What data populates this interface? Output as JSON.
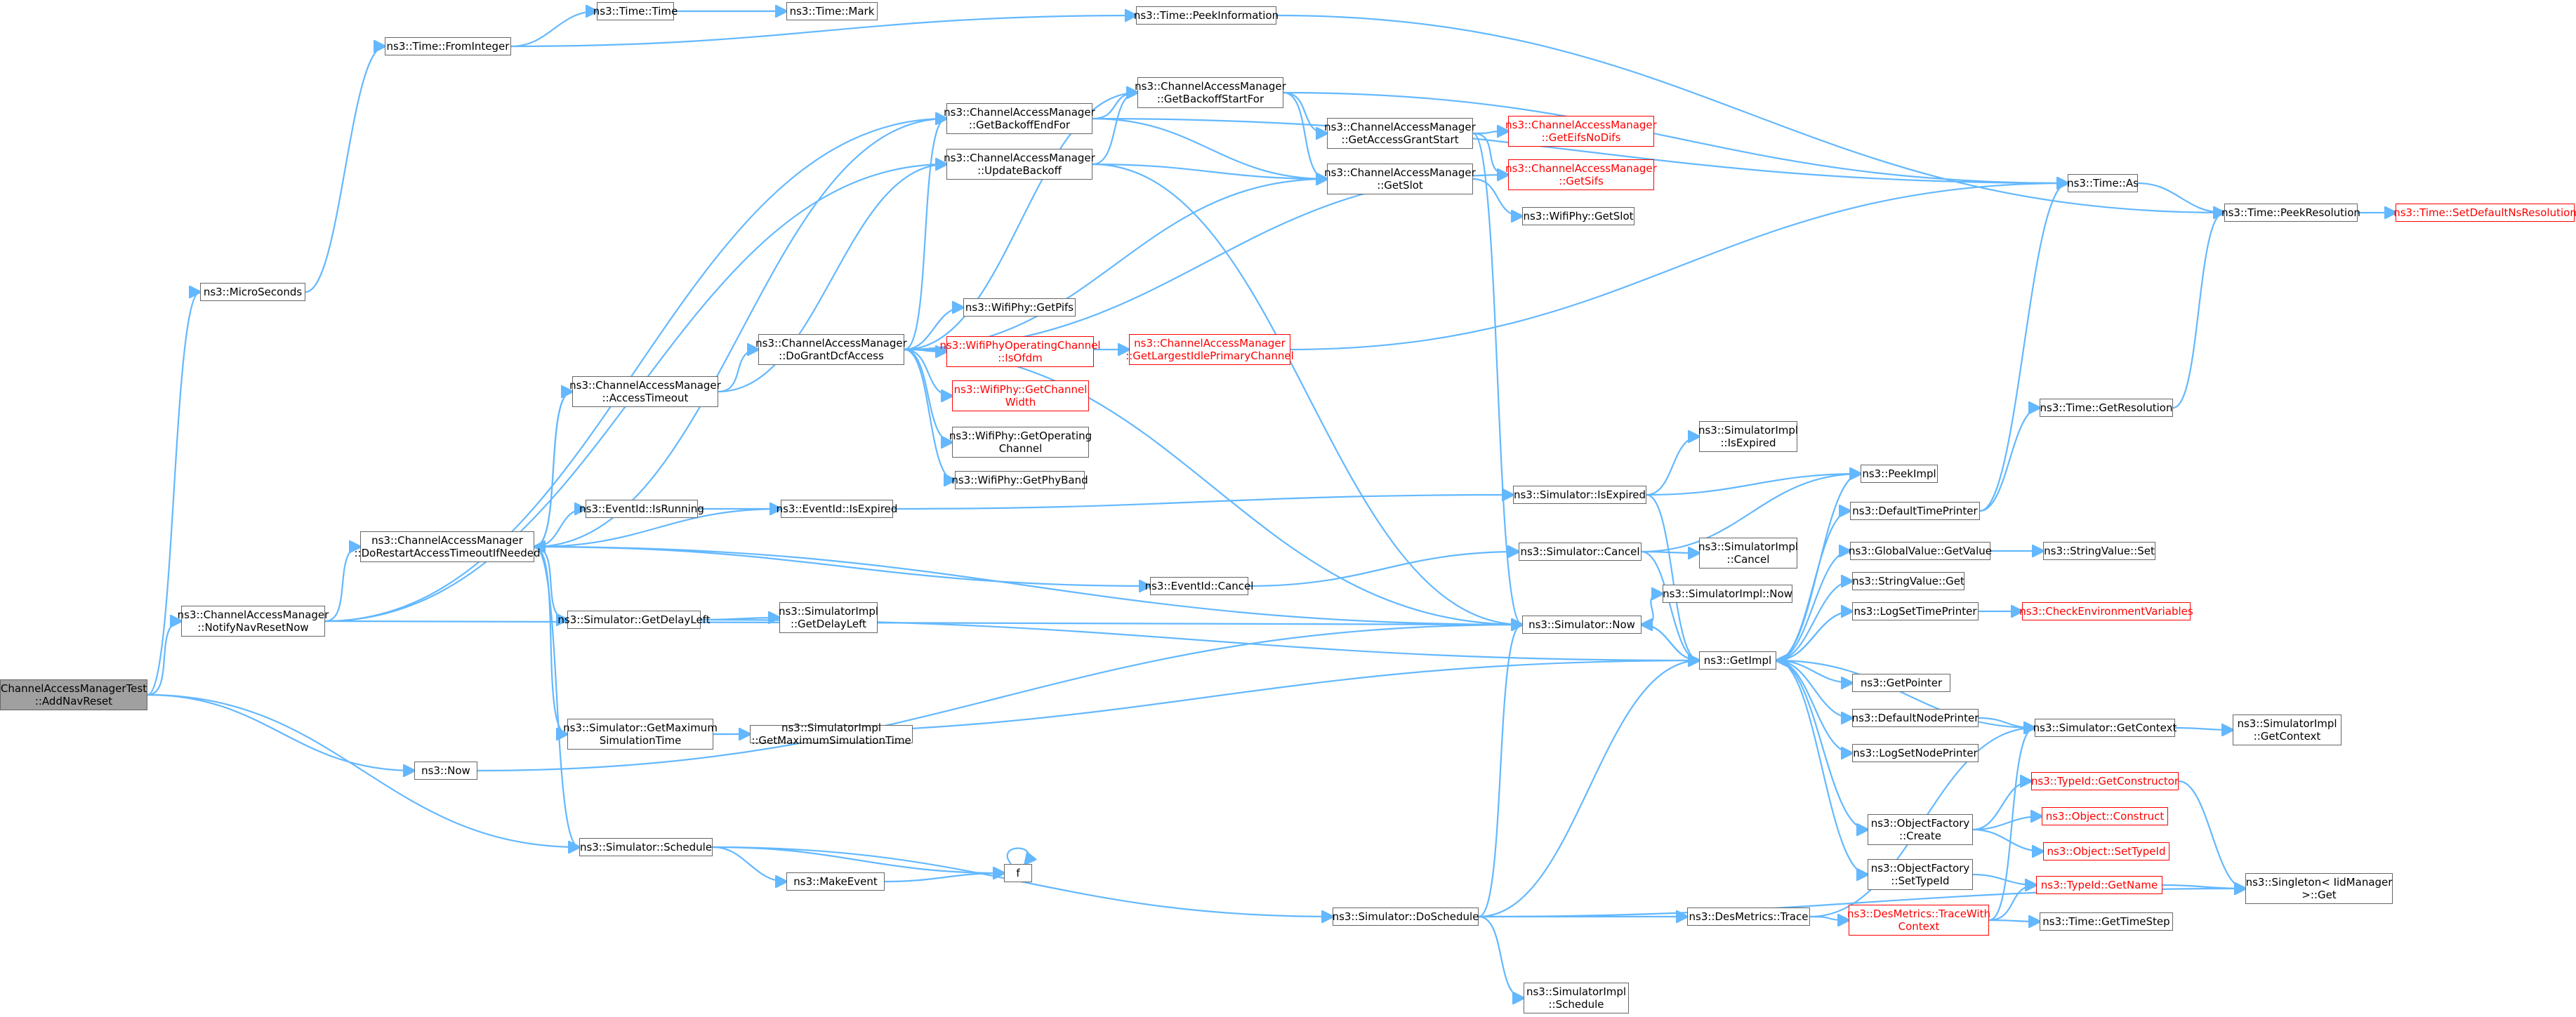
{
  "colors": {
    "edge": "#63b8ff",
    "node_border": "#666666",
    "node_red": "#ff0000",
    "root_fill": "#a0a0a0"
  },
  "nodes": [
    {
      "id": "addnav",
      "lines": [
        "ChannelAccessManagerTest",
        "::AddNavReset"
      ],
      "style": "root"
    },
    {
      "id": "microseconds",
      "lines": [
        "ns3::MicroSeconds"
      ]
    },
    {
      "id": "fromint",
      "lines": [
        "ns3::Time::FromInteger"
      ]
    },
    {
      "id": "timetime",
      "lines": [
        "ns3::Time::Time"
      ]
    },
    {
      "id": "timemark",
      "lines": [
        "ns3::Time::Mark"
      ]
    },
    {
      "id": "peekinfo",
      "lines": [
        "ns3::Time::PeekInformation"
      ]
    },
    {
      "id": "notifynav",
      "lines": [
        "ns3::ChannelAccessManager",
        "::NotifyNavResetNow"
      ]
    },
    {
      "id": "now",
      "lines": [
        "ns3::Now"
      ]
    },
    {
      "id": "schedule",
      "lines": [
        "ns3::Simulator::Schedule"
      ]
    },
    {
      "id": "backoffend",
      "lines": [
        "ns3::ChannelAccessManager",
        "::GetBackoffEndFor"
      ]
    },
    {
      "id": "updatebackoff",
      "lines": [
        "ns3::ChannelAccessManager",
        "::UpdateBackoff"
      ]
    },
    {
      "id": "dorestart",
      "lines": [
        "ns3::ChannelAccessManager",
        "::DoRestartAccessTimeoutIfNeeded"
      ]
    },
    {
      "id": "accesstimeout",
      "lines": [
        "ns3::ChannelAccessManager",
        "::AccessTimeout"
      ]
    },
    {
      "id": "dogrant",
      "lines": [
        "ns3::ChannelAccessManager",
        "::DoGrantDcfAccess"
      ]
    },
    {
      "id": "backoffstart",
      "lines": [
        "ns3::ChannelAccessManager",
        "::GetBackoffStartFor"
      ]
    },
    {
      "id": "accessgrant",
      "lines": [
        "ns3::ChannelAccessManager",
        "::GetAccessGrantStart"
      ]
    },
    {
      "id": "eifs",
      "lines": [
        "ns3::ChannelAccessManager",
        "::GetEifsNoDifs"
      ],
      "style": "red"
    },
    {
      "id": "sifs",
      "lines": [
        "ns3::ChannelAccessManager",
        "::GetSifs"
      ],
      "style": "red"
    },
    {
      "id": "getslot",
      "lines": [
        "ns3::ChannelAccessManager",
        "::GetSlot"
      ]
    },
    {
      "id": "wifigetslot",
      "lines": [
        "ns3::WifiPhy::GetSlot"
      ]
    },
    {
      "id": "pifs",
      "lines": [
        "ns3::WifiPhy::GetPifs"
      ]
    },
    {
      "id": "isofdm",
      "lines": [
        "ns3::WifiPhyOperatingChannel",
        "::IsOfdm"
      ],
      "style": "red"
    },
    {
      "id": "chwidth",
      "lines": [
        "ns3::WifiPhy::GetChannel",
        "Width"
      ],
      "style": "red"
    },
    {
      "id": "opchannel",
      "lines": [
        "ns3::WifiPhy::GetOperating",
        "Channel"
      ]
    },
    {
      "id": "phyband",
      "lines": [
        "ns3::WifiPhy::GetPhyBand"
      ]
    },
    {
      "id": "largestidle",
      "lines": [
        "ns3::ChannelAccessManager",
        "::GetLargestIdlePrimaryChannel"
      ],
      "style": "red"
    },
    {
      "id": "timeas",
      "lines": [
        "ns3::Time::As"
      ]
    },
    {
      "id": "peekres",
      "lines": [
        "ns3::Time::PeekResolution"
      ]
    },
    {
      "id": "setdefres",
      "lines": [
        "ns3::Time::SetDefaultNsResolution"
      ],
      "style": "red"
    },
    {
      "id": "getres",
      "lines": [
        "ns3::Time::GetResolution"
      ]
    },
    {
      "id": "isrunning",
      "lines": [
        "ns3::EventId::IsRunning"
      ]
    },
    {
      "id": "eidexpired",
      "lines": [
        "ns3::EventId::IsExpired"
      ]
    },
    {
      "id": "simexpired",
      "lines": [
        "ns3::Simulator::IsExpired"
      ]
    },
    {
      "id": "implexpired",
      "lines": [
        "ns3::SimulatorImpl",
        "::IsExpired"
      ]
    },
    {
      "id": "peekimpl",
      "lines": [
        "ns3::PeekImpl"
      ]
    },
    {
      "id": "deftimeprinter",
      "lines": [
        "ns3::DefaultTimePrinter"
      ]
    },
    {
      "id": "simcancel",
      "lines": [
        "ns3::Simulator::Cancel"
      ]
    },
    {
      "id": "implcancel",
      "lines": [
        "ns3::SimulatorImpl",
        "::Cancel"
      ]
    },
    {
      "id": "eidcancel",
      "lines": [
        "ns3::EventId::Cancel"
      ]
    },
    {
      "id": "implnow",
      "lines": [
        "ns3::SimulatorImpl::Now"
      ]
    },
    {
      "id": "simnow",
      "lines": [
        "ns3::Simulator::Now"
      ]
    },
    {
      "id": "globalget",
      "lines": [
        "ns3::GlobalValue::GetValue"
      ]
    },
    {
      "id": "stringset",
      "lines": [
        "ns3::StringValue::Set"
      ]
    },
    {
      "id": "stringget",
      "lines": [
        "ns3::StringValue::Get"
      ]
    },
    {
      "id": "logtimeprinter",
      "lines": [
        "ns3::LogSetTimePrinter"
      ]
    },
    {
      "id": "checkenv",
      "lines": [
        "ns3::CheckEnvironmentVariables"
      ],
      "style": "red"
    },
    {
      "id": "delayleft",
      "lines": [
        "ns3::Simulator::GetDelayLeft"
      ]
    },
    {
      "id": "impldelay",
      "lines": [
        "ns3::SimulatorImpl",
        "::GetDelayLeft"
      ]
    },
    {
      "id": "getimpl",
      "lines": [
        "ns3::GetImpl"
      ]
    },
    {
      "id": "getpointer",
      "lines": [
        "ns3::GetPointer"
      ]
    },
    {
      "id": "defnodeprinter",
      "lines": [
        "ns3::DefaultNodePrinter"
      ]
    },
    {
      "id": "simcontext",
      "lines": [
        "ns3::Simulator::GetContext"
      ]
    },
    {
      "id": "implcontext",
      "lines": [
        "ns3::SimulatorImpl",
        "::GetContext"
      ]
    },
    {
      "id": "lognodeprinter",
      "lines": [
        "ns3::LogSetNodePrinter"
      ]
    },
    {
      "id": "maxsim",
      "lines": [
        "ns3::Simulator::GetMaximum",
        "SimulationTime"
      ]
    },
    {
      "id": "implmaxsim",
      "lines": [
        "ns3::SimulatorImpl",
        "::GetMaximumSimulationTime"
      ]
    },
    {
      "id": "getctor",
      "lines": [
        "ns3::TypeId::GetConstructor"
      ],
      "style": "red"
    },
    {
      "id": "construct",
      "lines": [
        "ns3::Object::Construct"
      ],
      "style": "red"
    },
    {
      "id": "settypeid",
      "lines": [
        "ns3::Object::SetTypeId"
      ],
      "style": "red"
    },
    {
      "id": "ofcreate",
      "lines": [
        "ns3::ObjectFactory",
        "::Create"
      ]
    },
    {
      "id": "ofsettypeid",
      "lines": [
        "ns3::ObjectFactory",
        "::SetTypeId"
      ]
    },
    {
      "id": "getname",
      "lines": [
        "ns3::TypeId::GetName"
      ],
      "style": "red"
    },
    {
      "id": "singleton",
      "lines": [
        "ns3::Singleton< IidManager",
        ">::Get"
      ]
    },
    {
      "id": "makeevent",
      "lines": [
        "ns3::MakeEvent"
      ]
    },
    {
      "id": "f",
      "lines": [
        "f"
      ]
    },
    {
      "id": "doschedule",
      "lines": [
        "ns3::Simulator::DoSchedule"
      ]
    },
    {
      "id": "destrace",
      "lines": [
        "ns3::DesMetrics::Trace"
      ]
    },
    {
      "id": "destracectx",
      "lines": [
        "ns3::DesMetrics::TraceWith",
        "Context"
      ],
      "style": "red"
    },
    {
      "id": "gettimestep",
      "lines": [
        "ns3::Time::GetTimeStep"
      ]
    },
    {
      "id": "implschedule",
      "lines": [
        "ns3::SimulatorImpl",
        "::Schedule"
      ]
    }
  ]
}
